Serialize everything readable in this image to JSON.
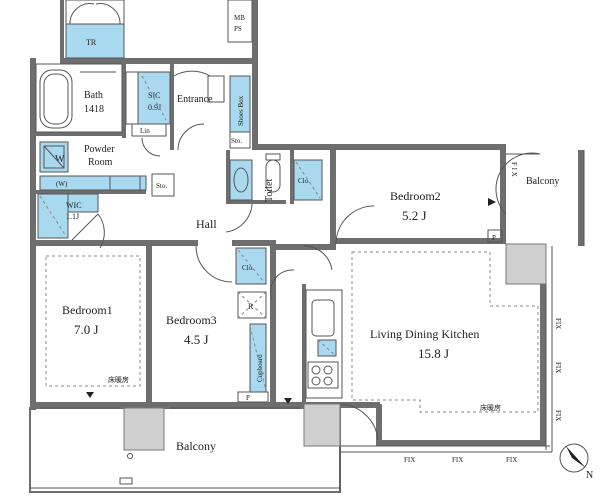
{
  "rooms": {
    "tr": "TR",
    "mbps_1": "MB",
    "mbps_2": "PS",
    "bath": "Bath",
    "bath_size": "1418",
    "sic": "SIC",
    "sic_size": "0.9J",
    "entrance": "Entrance",
    "shoes_box": "Shoes Box",
    "lin": "Lin",
    "sto_1": "Sto.",
    "sto_2": "Sto.",
    "powder_room_1": "Powder",
    "powder_room_2": "Room",
    "w_machine": "W",
    "w_paren": "(W)",
    "wic": "WIC",
    "wic_size": "1.1J",
    "toilet": "Toilet",
    "clo_1": "Clo.",
    "clo_2": "Clo.",
    "hall": "Hall",
    "bedroom2": "Bedroom2",
    "bedroom2_size": "5.2 J",
    "balcony_right": "Balcony",
    "bedroom1": "Bedroom1",
    "bedroom1_size": "7.0 J",
    "bedroom3": "Bedroom3",
    "bedroom3_size": "4.5 J",
    "cupboard": "Cupboard",
    "r_mark": "R",
    "p_mark_1": "P",
    "p_mark_2": "P",
    "ldk": "Living Dining Kitchen",
    "ldk_size": "15.8 J",
    "floor_heating_1": "床暖房",
    "floor_heating_2": "床暖房",
    "balcony_bottom": "Balcony",
    "fix": "FIX",
    "fix_top": "F I X",
    "north": "N"
  },
  "colors": {
    "wall": "#6e6e6e",
    "fixture": "#a9d9ef",
    "gray_area": "#cfcfcf"
  }
}
